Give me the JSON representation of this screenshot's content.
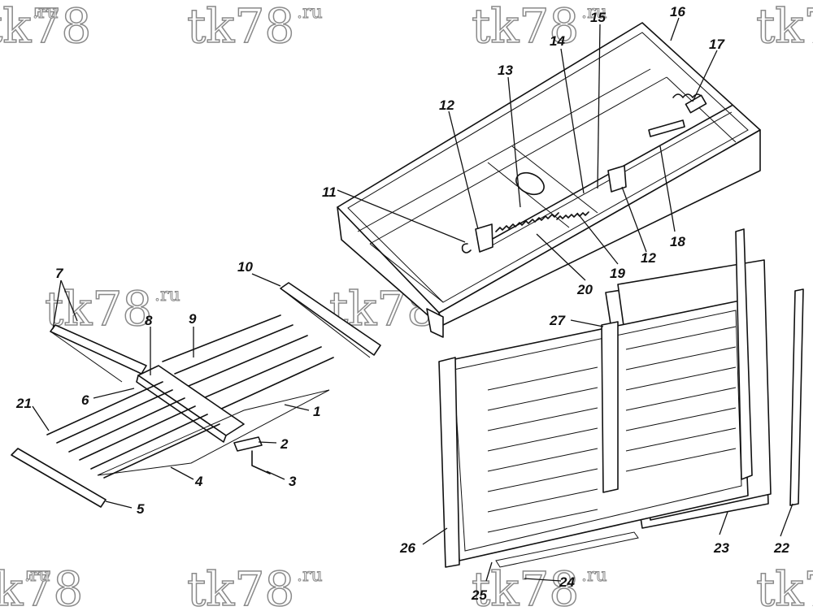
{
  "watermark": {
    "main": "tk78",
    "suffix": ".ru"
  },
  "callouts": {
    "c1": "1",
    "c2": "2",
    "c3": "3",
    "c4": "4",
    "c5": "5",
    "c6": "6",
    "c7": "7",
    "c8": "8",
    "c9": "9",
    "c10": "10",
    "c11": "11",
    "c12a": "12",
    "c12b": "12",
    "c13": "13",
    "c14": "14",
    "c15": "15",
    "c16": "16",
    "c17": "17",
    "c18": "18",
    "c19": "19",
    "c20": "20",
    "c21": "21",
    "c22": "22",
    "c23": "23",
    "c24": "24",
    "c25": "25",
    "c26": "26",
    "c27": "27"
  }
}
